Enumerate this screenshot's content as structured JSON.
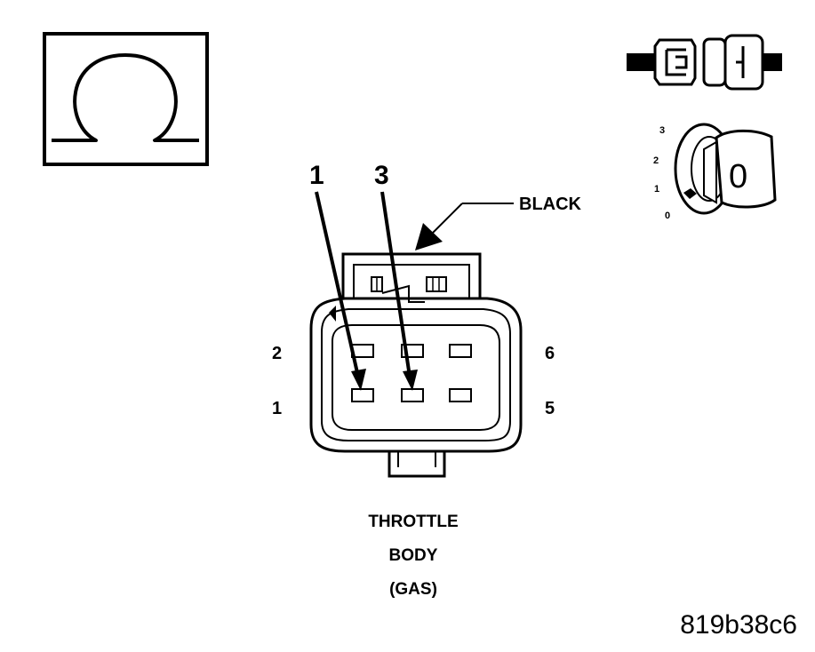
{
  "icons": {
    "ohmmeter": "ohm-icon",
    "disconnect": "connector-disconnect-icon",
    "ignition": "ignition-key-icon"
  },
  "ignition": {
    "positions": [
      "3",
      "2",
      "1",
      "0"
    ],
    "key_label": "0"
  },
  "connector": {
    "color_label": "BLACK",
    "pins_left": [
      "2",
      "1"
    ],
    "pins_right": [
      "6",
      "5"
    ],
    "probes": [
      "1",
      "3"
    ],
    "title_lines": [
      "THROTTLE",
      "BODY",
      "(GAS)"
    ]
  },
  "figure_id": "819b38c6"
}
